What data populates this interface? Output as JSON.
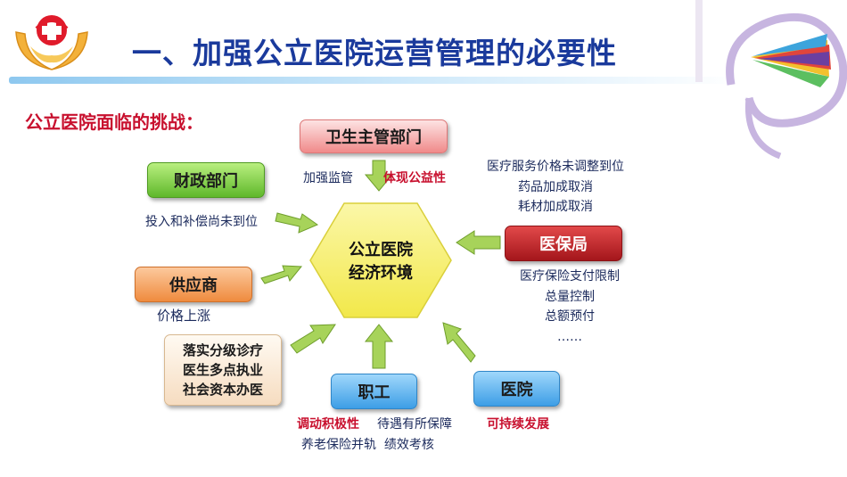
{
  "title": "一、加强公立医院运营管理的必要性",
  "subtitle": "公立医院面临的挑战：",
  "center": {
    "line1": "公立医院",
    "line2": "经济环境"
  },
  "boxes": {
    "health_dept": "卫生主管部门",
    "finance": "财政部门",
    "supplier": "供应商",
    "insurance": "医保局",
    "reform": {
      "line1": "落实分级诊疗",
      "line2": "医生多点执业",
      "line3": "社会资本办医"
    },
    "staff": "职工",
    "hospital": "医院"
  },
  "labels": {
    "supervise": "加强监管",
    "public_welfare": "体现公益性",
    "finance_note": "投入和补偿尚未到位",
    "supplier_note": "价格上涨",
    "health_notes": [
      "医疗服务价格未调整到位",
      "药品加成取消",
      "耗材加成取消"
    ],
    "insurance_notes": [
      "医疗保险支付限制",
      "总量控制",
      "总额预付",
      "……"
    ],
    "staff_red": "调动积极性",
    "staff_note1": "待遇有所保障",
    "staff_note2": "养老保险并轨  绩效考核",
    "hospital_note": "可持续发展"
  },
  "colors": {
    "title": "#1a3a9c",
    "subtitle": "#c8102e",
    "hexagon": "#f7f06a",
    "arrow": "#9fd24c"
  },
  "icons": {
    "logo": "red-cross-hands-logo",
    "corner": "swirl-graphic"
  }
}
